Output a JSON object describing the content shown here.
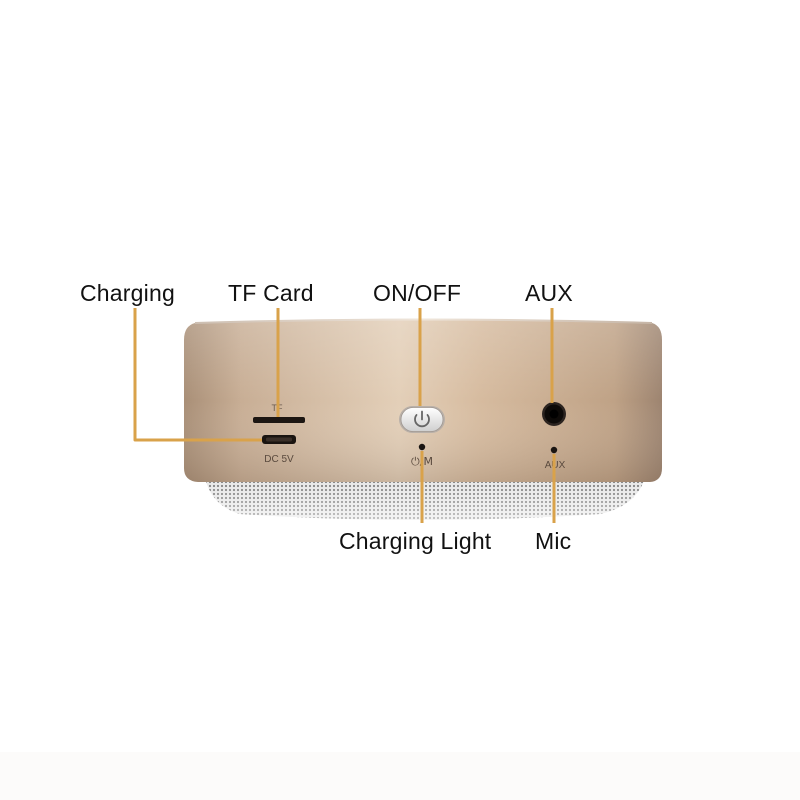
{
  "callouts": {
    "charging": "Charging",
    "tf_card": "TF Card",
    "on_off": "ON/OFF",
    "aux": "AUX",
    "charging_light": "Charging Light",
    "mic": "Mic"
  },
  "device_markings": {
    "tf": "TF",
    "dc": "DC 5V",
    "power_mode": "⏻/M",
    "aux": "AUX"
  },
  "colors": {
    "leader_line": "#d9a24a",
    "body_gold": "#c9ab8d",
    "grille": "#d8d8d8",
    "text": "#111111"
  }
}
